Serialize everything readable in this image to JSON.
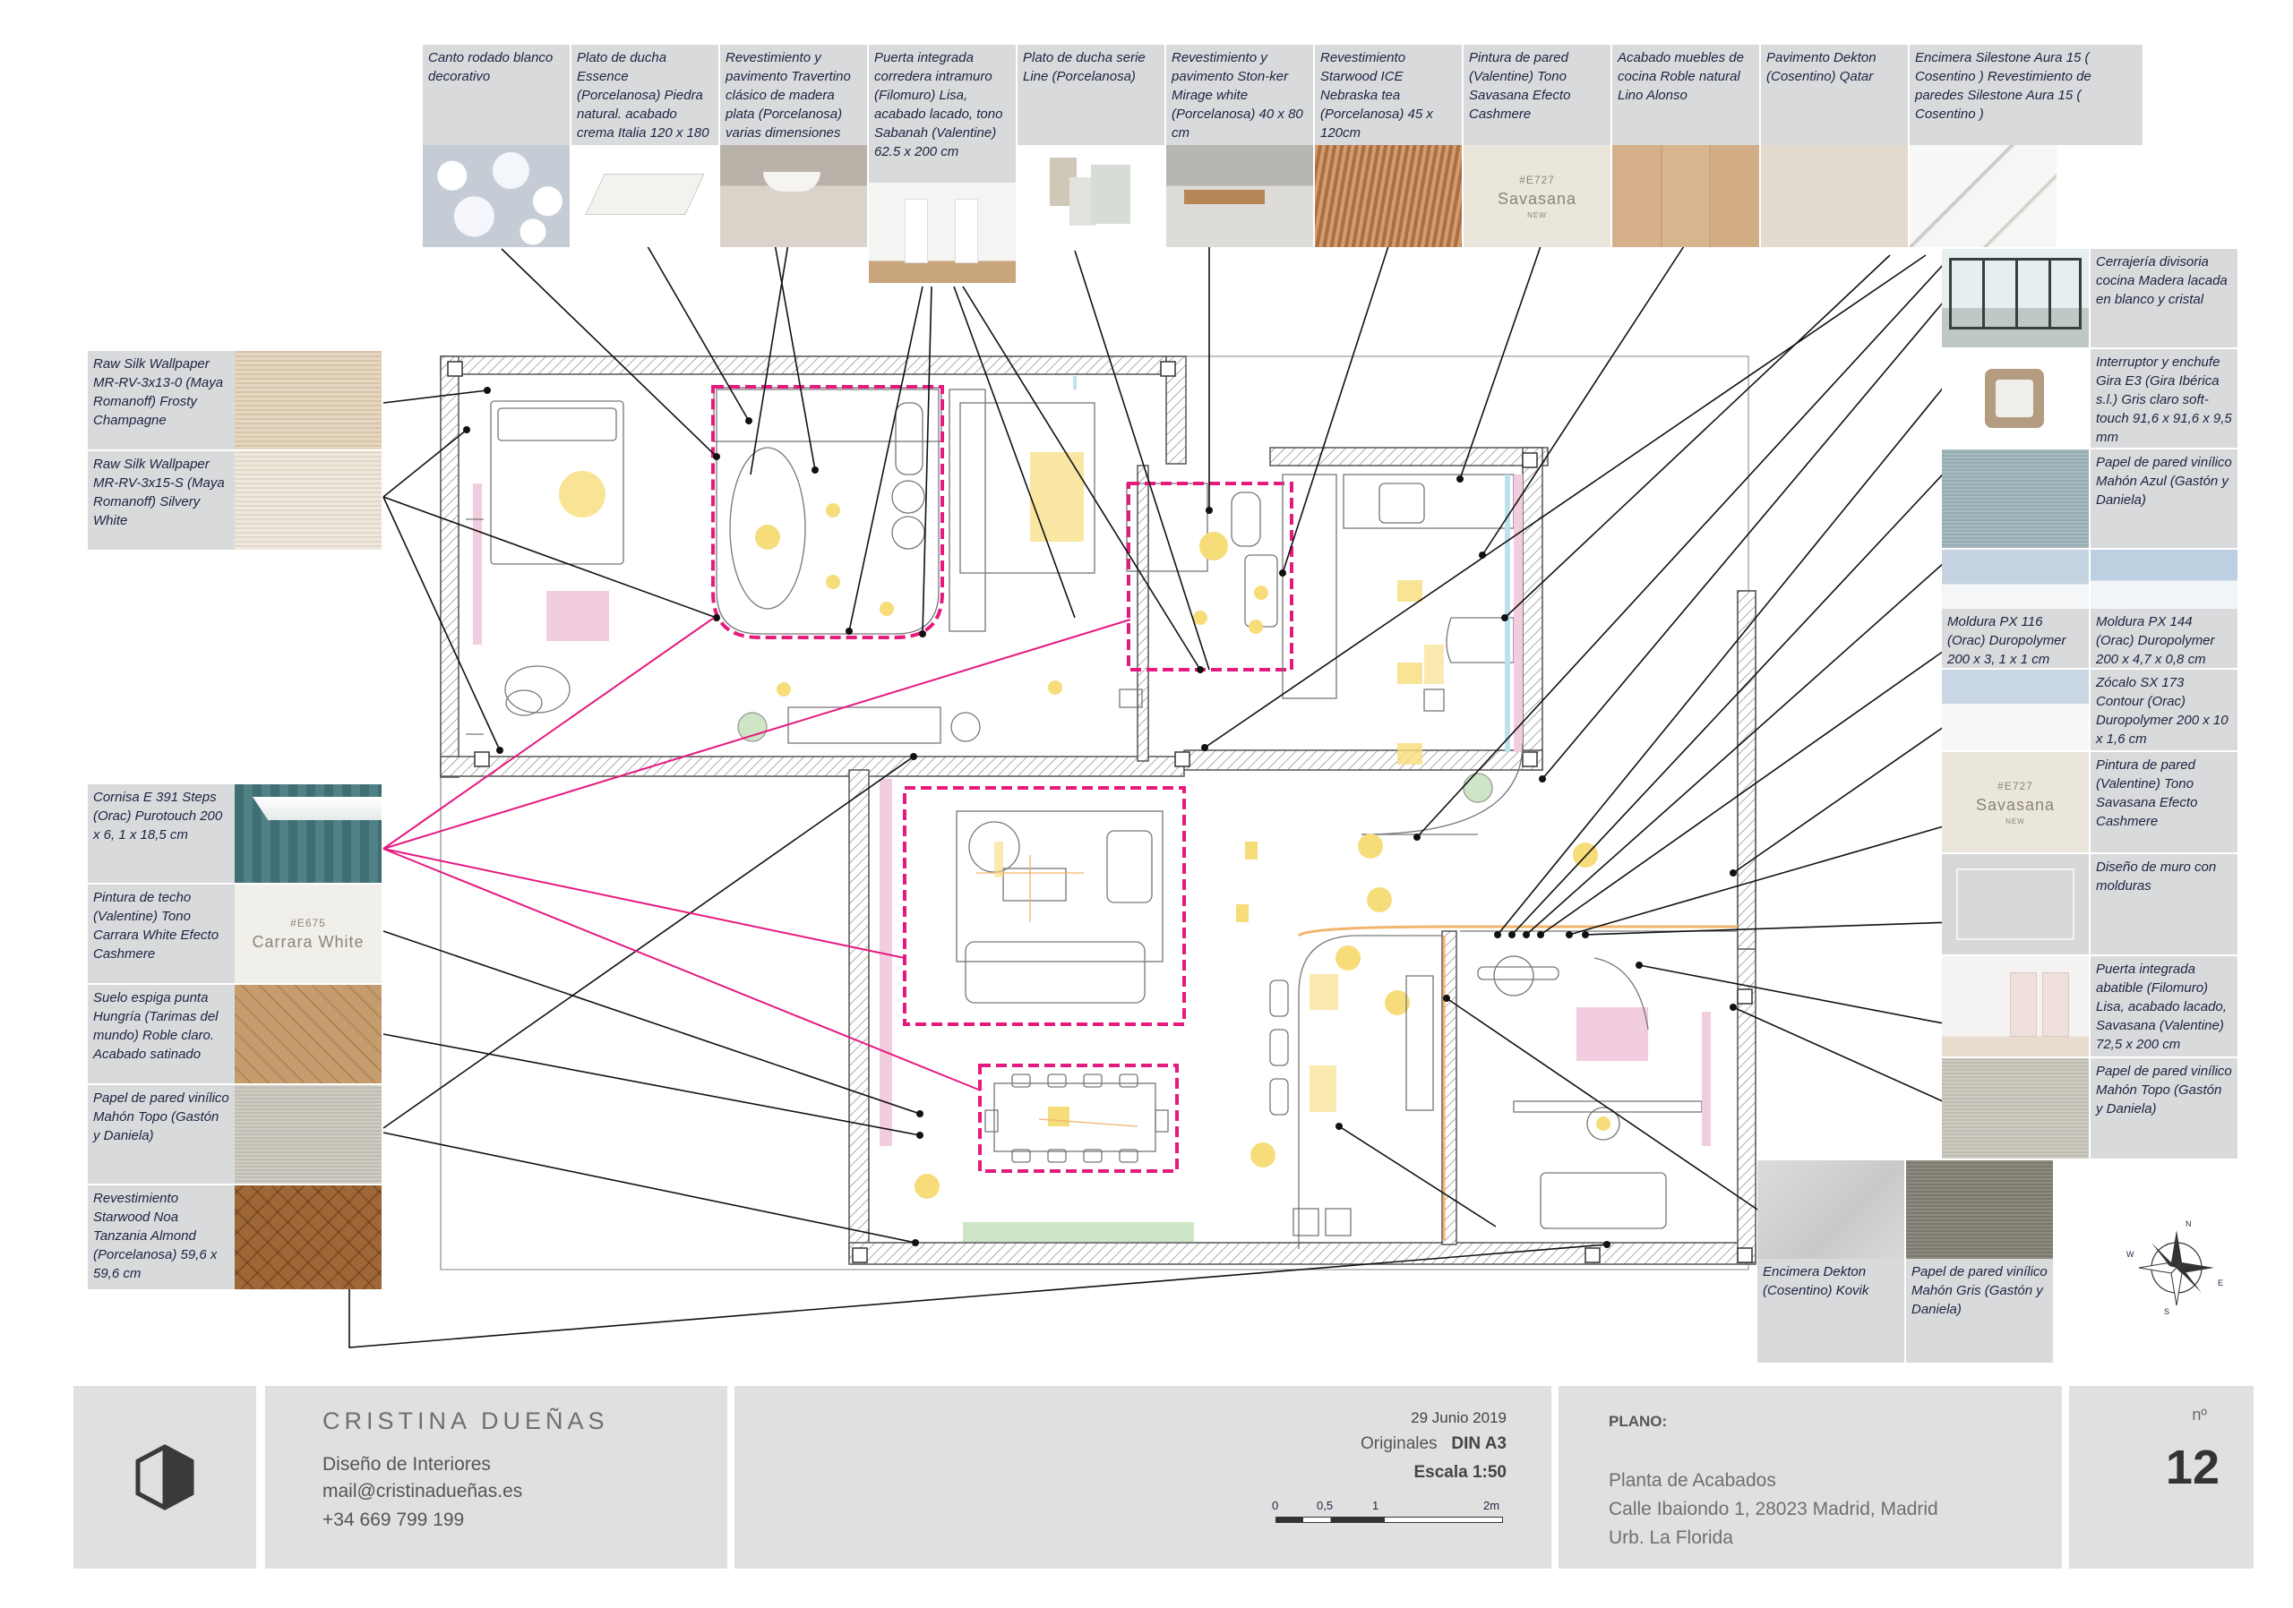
{
  "top_cards": [
    {
      "label": "Canto rodado blanco decorativo"
    },
    {
      "label": "Plato de ducha Essence (Porcelanosa) Piedra natural. acabado crema Italia 120 x 180 cm"
    },
    {
      "label": "Revestimiento y pavimento Travertino clásico de madera plata (Porcelanosa) varias dimensiones"
    },
    {
      "label": "Puerta integrada corredera intramuro (Filomuro) Lisa, acabado lacado, tono Sabanah (Valentine) 62.5 x 200 cm"
    },
    {
      "label": "Plato de ducha serie Line (Porcelanosa)"
    },
    {
      "label": "Revestimiento y pavimento Ston-ker Mirage white (Porcelanosa) 40 x 80 cm"
    },
    {
      "label": "Revestimiento Starwood ICE Nebraska tea (Porcelanosa) 45 x 120cm"
    },
    {
      "label": "Pintura de pared (Valentine) Tono Savasana Efecto Cashmere",
      "swatch_code": "#E727",
      "swatch_name": "Savasana",
      "swatch_new": "NEW"
    },
    {
      "label": "Acabado muebles de cocina Roble natural Lino Alonso"
    },
    {
      "label": "Pavimento Dekton (Cosentino) Qatar"
    },
    {
      "label": "Encimera Silestone Aura 15 ( Cosentino ) Revestimiento de paredes Silestone Aura 15 ( Cosentino )"
    }
  ],
  "left_cards": [
    {
      "label": "Raw Silk Wallpaper MR-RV-3x13-0 (Maya Romanoff) Frosty Champagne"
    },
    {
      "label": "Raw Silk Wallpaper MR-RV-3x15-S (Maya Romanoff) Silvery White"
    },
    {
      "label": "Cornisa E 391 Steps (Orac) Purotouch 200 x 6, 1 x 18,5 cm"
    },
    {
      "label": "Pintura de techo (Valentine) Tono Carrara White Efecto Cashmere",
      "swatch_code": "#E675",
      "swatch_name": "Carrara White"
    },
    {
      "label": "Suelo espiga punta Hungría (Tarimas del mundo) Roble claro. Acabado satinado"
    },
    {
      "label": "Papel de pared vinílico Mahón Topo (Gastón y Daniela)"
    },
    {
      "label": "Revestimiento Starwood Noa Tanzania Almond (Porcelanosa) 59,6 x 59,6 cm"
    }
  ],
  "right_cards": [
    {
      "label": "Cerrajería divisoria cocina Madera lacada en blanco y cristal"
    },
    {
      "label": "Interruptor y enchufe Gira E3 (Gira Ibérica s.l.) Gris claro soft-touch 91,6 x 91,6 x 9,5 mm"
    },
    {
      "label": "Papel de pared vinílico Mahón Azul (Gastón y Daniela)"
    },
    {
      "label": "Moldura PX 116 (Orac) Duropolymer 200 x 3, 1 x 1 cm"
    },
    {
      "label": "Moldura PX 144 (Orac) Duropolymer 200 x 4,7 x 0,8 cm"
    },
    {
      "label": "Zócalo SX 173 Contour (Orac) Duropolymer 200 x 10 x 1,6 cm"
    },
    {
      "label": "Pintura de pared (Valentine) Tono Savasana Efecto Cashmere",
      "swatch_code": "#E727",
      "swatch_name": "Savasana",
      "swatch_new": "NEW"
    },
    {
      "label": "Diseño de muro con molduras"
    },
    {
      "label": "Puerta integrada abatible (Filomuro) Lisa, acabado lacado, Savasana (Valentine) 72,5 x 200 cm"
    },
    {
      "label": "Papel de pared vinílico Mahón Topo (Gastón y Daniela)"
    }
  ],
  "bottom_cards": [
    {
      "label": "Encimera Dekton (Cosentino) Kovik"
    },
    {
      "label": "Papel de pared vinílico Mahón Gris (Gastón y Daniela)"
    }
  ],
  "compass": {
    "n": "N",
    "s": "S",
    "e": "E",
    "w": "W"
  },
  "title_block": {
    "studio_name": "CRISTINA DUEÑAS",
    "studio_role": "Diseño de Interiores",
    "studio_mail": "mail@cristinadueñas.es",
    "studio_phone": "+34 669 799 199",
    "date": "29 Junio 2019",
    "originals_label": "Originales",
    "originals_value": "DIN A3",
    "scale": "Escala 1:50",
    "scale_ticks": [
      "0",
      "0,5",
      "1",
      "2m"
    ],
    "plano_label": "PLANO:",
    "plano_title": "Planta de Acabados",
    "plano_address": "Calle Ibaiondo 1, 28023 Madrid, Madrid",
    "plano_area": "Urb. La Florida",
    "num_label": "nº",
    "num_value": "12"
  },
  "colors": {
    "label_bg": "#d9dadc",
    "text": "#1d2340",
    "magenta": "#e6197f",
    "yellow": "#f7dc7a",
    "pink": "#f2cde0",
    "green": "#cfe6c6",
    "wall_hatch": "#7a7a7a",
    "titleblock_bg": "#e0e0e1"
  }
}
